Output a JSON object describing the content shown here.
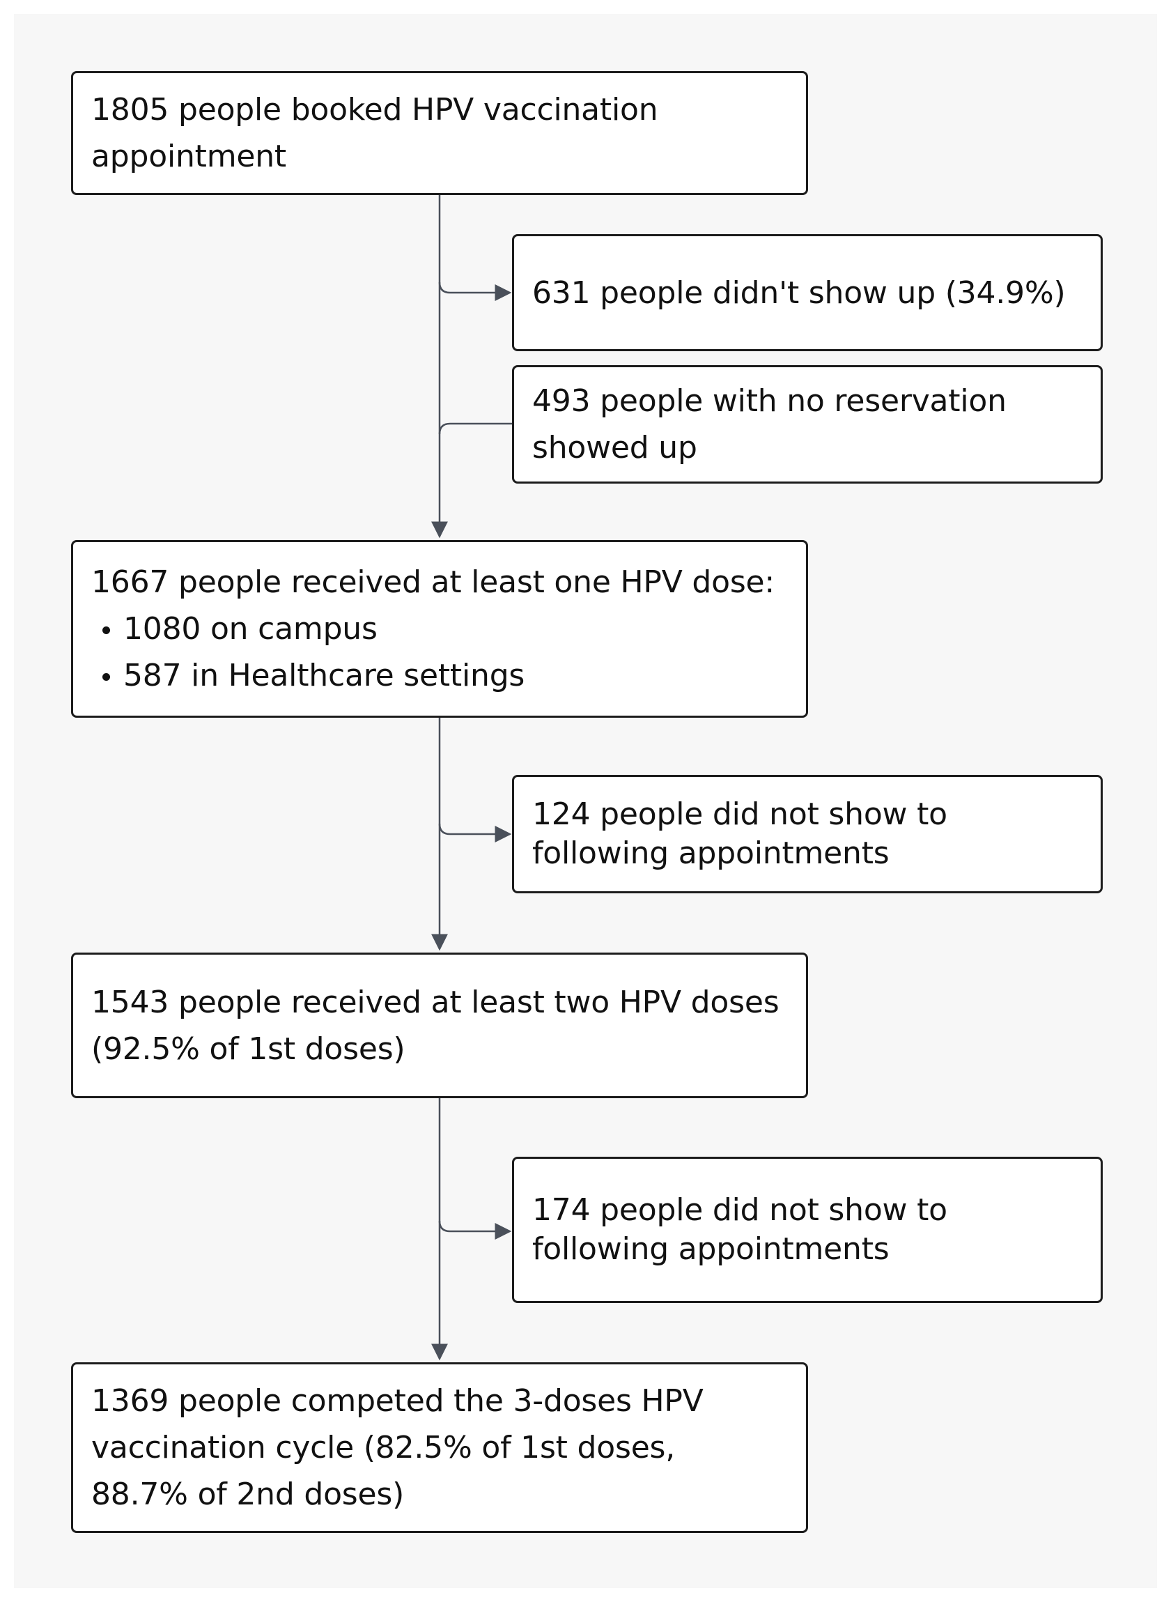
{
  "flow": {
    "booked": {
      "lines": [
        "1805 people booked HPV vaccination",
        "appointment"
      ]
    },
    "no_show_first": {
      "lines": [
        "631 people didn't show up (34.9%)"
      ]
    },
    "walk_ins": {
      "lines": [
        "493 people with no reservation",
        "showed up"
      ]
    },
    "first_dose": {
      "heading": "1667 people received at least one HPV dose:",
      "bullets": [
        "1080 on campus",
        "587 in Healthcare settings"
      ]
    },
    "no_show_second": {
      "lines": [
        "124 people did not show to",
        "following appointments"
      ]
    },
    "second_dose": {
      "lines": [
        "1543 people received at least two HPV doses",
        "(92.5% of 1st doses)"
      ]
    },
    "no_show_third": {
      "lines": [
        "174 people did not show to",
        "following appointments"
      ]
    },
    "completed": {
      "lines": [
        "1369 people competed the 3-doses HPV",
        "vaccination cycle (82.5% of 1st doses,",
        "88.7% of 2nd doses)"
      ]
    }
  },
  "colors": {
    "background": "#f7f7f7",
    "box_fill": "#ffffff",
    "box_border": "#1c1c1c",
    "connector": "#4a505a"
  }
}
